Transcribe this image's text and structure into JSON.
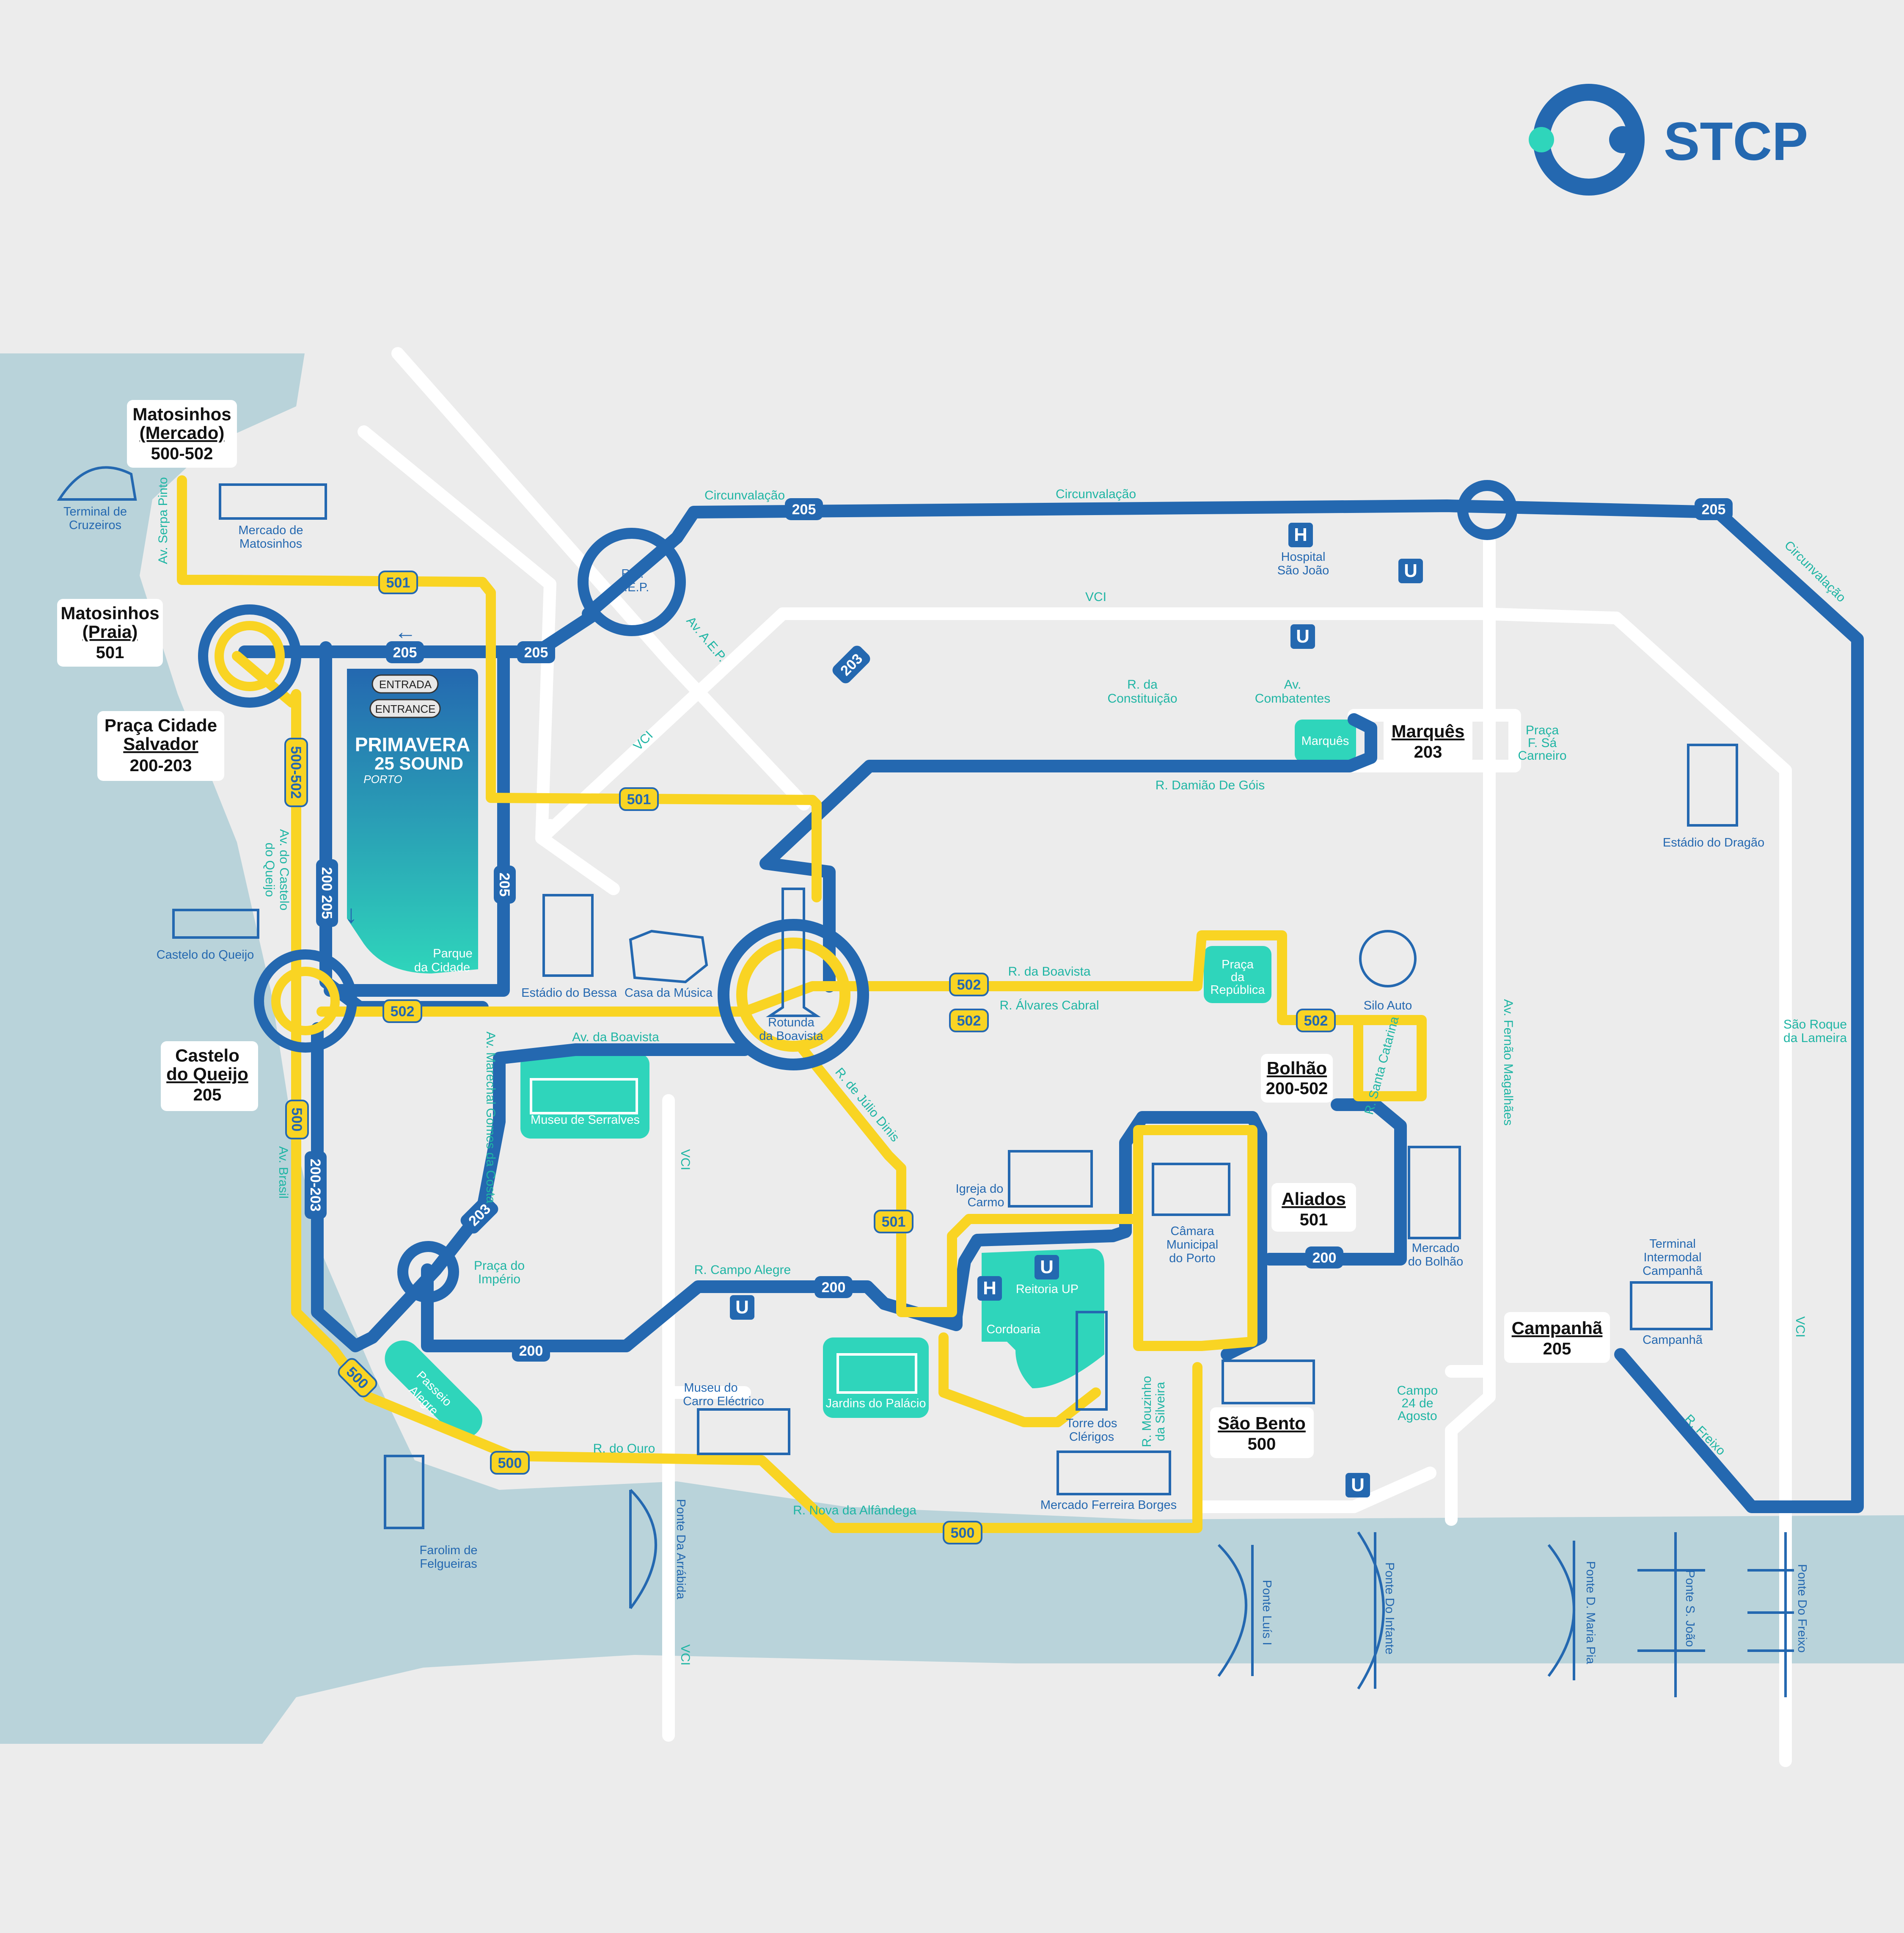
{
  "brand": {
    "name": "STCP"
  },
  "colors": {
    "blue_line": "#2468b0",
    "yellow_line": "#f9d423",
    "teal": "#2fd5bb",
    "white_road": "#ffffff",
    "water": "#b9d3da",
    "land": "#ececec"
  },
  "terminals": {
    "matosinhos_mercado": {
      "name1": "Matosinhos",
      "name2": "(Mercado)",
      "routes": "500-502"
    },
    "matosinhos_praia": {
      "name1": "Matosinhos",
      "name2": "(Praia)",
      "routes": "501"
    },
    "praca_cidade_salvador": {
      "name1": "Praça Cidade",
      "name2": "Salvador",
      "routes": "200-203"
    },
    "castelo_do_queijo": {
      "name1": "Castelo",
      "name2": "do Queijo",
      "routes": "205"
    },
    "marques": {
      "name": "Marquês",
      "routes": "203"
    },
    "bolhao": {
      "name": "Bolhão",
      "routes": "200-502"
    },
    "aliados": {
      "name": "Aliados",
      "routes": "501"
    },
    "campanha": {
      "name": "Campanhã",
      "routes": "205"
    },
    "sao_bento": {
      "name": "São Bento",
      "routes": "500"
    }
  },
  "route_tags": {
    "t205_top": "205",
    "t205_right": "205",
    "t205_left": "205",
    "t205_mid": "205",
    "t205_vertical": "205",
    "t203_diag": "203",
    "t203_lower": "203",
    "t501_top": "501",
    "t501_mid": "501",
    "t501_low": "501",
    "t500_502": "500-502",
    "t200_205": "200 205",
    "t200_203": "200-203",
    "t502_left": "502",
    "t502_a": "502",
    "t502_b": "502",
    "t502_c": "502",
    "t500_left": "500",
    "t500_diag": "500",
    "t500_ouro": "500",
    "t500_bottom": "500",
    "t200_bottom": "200",
    "t200_mid": "200",
    "t200_right": "200"
  },
  "streets": {
    "circunvalacao_1": "Circunvalação",
    "circunvalacao_2": "Circunvalação",
    "circunvalacao_3": "Circunvalação",
    "vci_1": "VCI",
    "vci_2": "VCI",
    "vci_3": "VCI",
    "vci_4": "VCI",
    "vci_5": "VCI",
    "av_serpa_pinto": "Av. Serpa Pinto",
    "av_aep": "Av. A.E.P.",
    "r_constituicao_1": "R. da",
    "r_constituicao_2": "Constituição",
    "av_combatentes_1": "Av.",
    "av_combatentes_2": "Combatentes",
    "r_damiao": "R. Damião De Góis",
    "praca_sa_carneiro_1": "Praça",
    "praca_sa_carneiro_2": "F. Sá",
    "praca_sa_carneiro_3": "Carneiro",
    "av_castelo_queijo_1": "Av. do Castelo",
    "av_castelo_queijo_2": "do Queijo",
    "av_brasil": "Av. Brasil",
    "av_boavista": "Av. da Boavista",
    "av_marechal": "Av. Marechal Gomes da Costa",
    "r_boavista": "R. da Boavista",
    "r_alvares_cabral": "R. Álvares Cabral",
    "r_julio_dinis": "R. de Júlio Dinis",
    "r_santa_catarina": "R. Santa Catarina",
    "av_fernao": "Av. Fernão Magalhães",
    "sao_roque_1": "São Roque",
    "sao_roque_2": "da Lameira",
    "praca_imperio_1": "Praça do",
    "praca_imperio_2": "Império",
    "r_campo_alegre": "R. Campo Alegre",
    "r_mouzinho_1": "R. Mouzinho",
    "r_mouzinho_2": "da Silveira",
    "campo_24_1": "Campo",
    "campo_24_2": "24 de",
    "campo_24_3": "Agosto",
    "r_ouro": "R. do Ouro",
    "r_alfandega": "R. Nova da Alfândega",
    "r_freixo": "R. Freixo"
  },
  "pois": {
    "terminal_cruzeiros_1": "Terminal de",
    "terminal_cruzeiros_2": "Cruzeiros",
    "mercado_matosinhos_1": "Mercado de",
    "mercado_matosinhos_2": "Matosinhos",
    "castelo_queijo": "Castelo do Queijo",
    "estadio_bessa": "Estádio do Bessa",
    "casa_musica": "Casa da Música",
    "rotunda_1": "Rotunda",
    "rotunda_2": "da Boavista",
    "rot_aep_1": "Rot.",
    "rot_aep_2": "A.E.P.",
    "hospital_1": "Hospital",
    "hospital_2": "São João",
    "estadio_dragao": "Estádio do Dragão",
    "silo_auto": "Silo Auto",
    "igreja_carmo_1": "Igreja do",
    "igreja_carmo_2": "Carmo",
    "camara_1": "Câmara",
    "camara_2": "Municipal",
    "camara_3": "do Porto",
    "mercado_bolhao_1": "Mercado",
    "mercado_bolhao_2": "do Bolhão",
    "terminal_campanha_1": "Terminal",
    "terminal_campanha_2": "Intermodal",
    "terminal_campanha_3": "Campanhã",
    "campanha_small": "Campanhã",
    "torre_clerigos_1": "Torre dos",
    "torre_clerigos_2": "Clérigos",
    "museu_carro_1": "Museu do",
    "museu_carro_2": "Carro Eléctrico",
    "mercado_ferreira": "Mercado Ferreira Borges",
    "farolim_1": "Farolim de",
    "farolim_2": "Felgueiras",
    "ponte_arrabida": "Ponte Da Arrábida",
    "ponte_luis": "Ponte Luís I",
    "ponte_infante": "Ponte Do Infante",
    "ponte_maria_pia": "Ponte D. Maria Pia",
    "ponte_sao_joao": "Ponte S. João",
    "ponte_freixo": "Ponte Do Freixo"
  },
  "parks": {
    "parque_cidade_1": "Parque",
    "parque_cidade_2": "da Cidade",
    "entrada": "ENTRADA",
    "entrance": "ENTRANCE",
    "festival_1": "PRIMAVERA",
    "festival_2": "25 SOUND",
    "festival_3": "PORTO",
    "museu_serralves": "Museu de Serralves",
    "jardins_palacio": "Jardins do Palácio",
    "reitoria": "Reitoria UP",
    "cordoaria": "Cordoaria",
    "praca_republica_1": "Praça",
    "praca_republica_2": "da",
    "praca_republica_3": "República",
    "passeio_alegre_1": "Passeio",
    "passeio_alegre_2": "Alegre",
    "marques_badge": "Marquês"
  },
  "symbols": {
    "metro": "U",
    "hospital": "H",
    "arrow_left": "←",
    "arrow_down": "↓"
  }
}
